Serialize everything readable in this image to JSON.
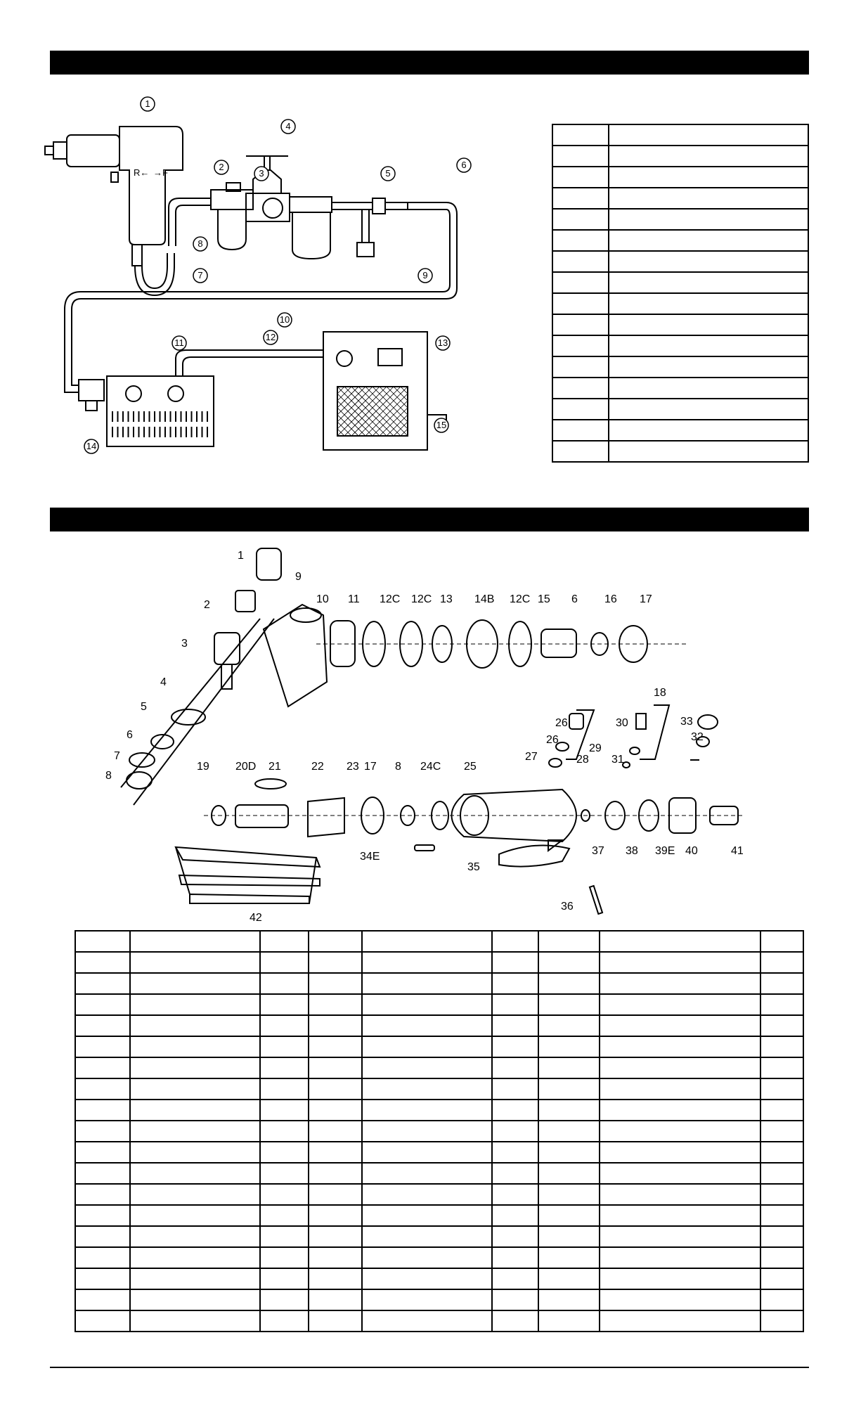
{
  "system_diagram": {
    "callouts": [
      "1",
      "2",
      "3",
      "4",
      "5",
      "6",
      "7",
      "8",
      "9",
      "10",
      "11",
      "12",
      "13",
      "14",
      "15"
    ],
    "tool_direction_labels": [
      "R←",
      "→F"
    ]
  },
  "legend_table": {
    "rows": 16
  },
  "exploded_view": {
    "part_numbers": [
      "1",
      "2",
      "3",
      "4",
      "5",
      "6",
      "7",
      "8",
      "9",
      "10",
      "11",
      "12C",
      "12C",
      "13",
      "14B",
      "12C",
      "15",
      "6",
      "16",
      "17",
      "18",
      "19",
      "20D",
      "21",
      "22",
      "23",
      "17",
      "8",
      "24C",
      "25",
      "26",
      "26",
      "27",
      "28",
      "29",
      "30",
      "31",
      "32",
      "33",
      "34E",
      "35",
      "36",
      "37",
      "38",
      "39E",
      "40",
      "41",
      "42"
    ]
  },
  "parts_table": {
    "rows": 19,
    "columns": 9
  }
}
